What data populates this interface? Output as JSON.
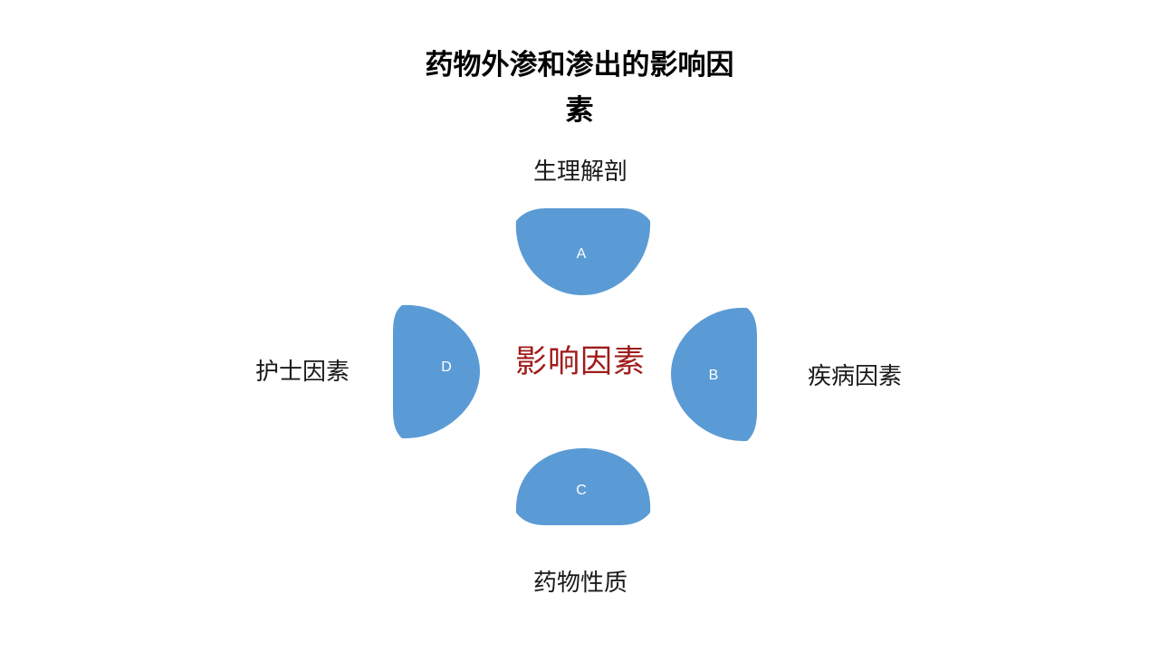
{
  "slide": {
    "background_color": "#FFFFFF",
    "title": "药物外渗和渗出的影响因\n素",
    "title_line1": "药物外渗和渗出的影响因",
    "title_line2": "素"
  },
  "diagram": {
    "type": "four-petal-cycle",
    "petal_fill_color": "#5B9BD5",
    "petal_letter_color": "#FFFFFF",
    "center": {
      "text": "影响因素",
      "color": "#A01C1C"
    },
    "petals": [
      {
        "position": "top",
        "letter": "A",
        "label": "生理解剖"
      },
      {
        "position": "right",
        "letter": "B",
        "label": "疾病因素"
      },
      {
        "position": "bottom",
        "letter": "C",
        "label": "药物性质"
      },
      {
        "position": "left",
        "letter": "D",
        "label": "护士因素"
      }
    ]
  }
}
